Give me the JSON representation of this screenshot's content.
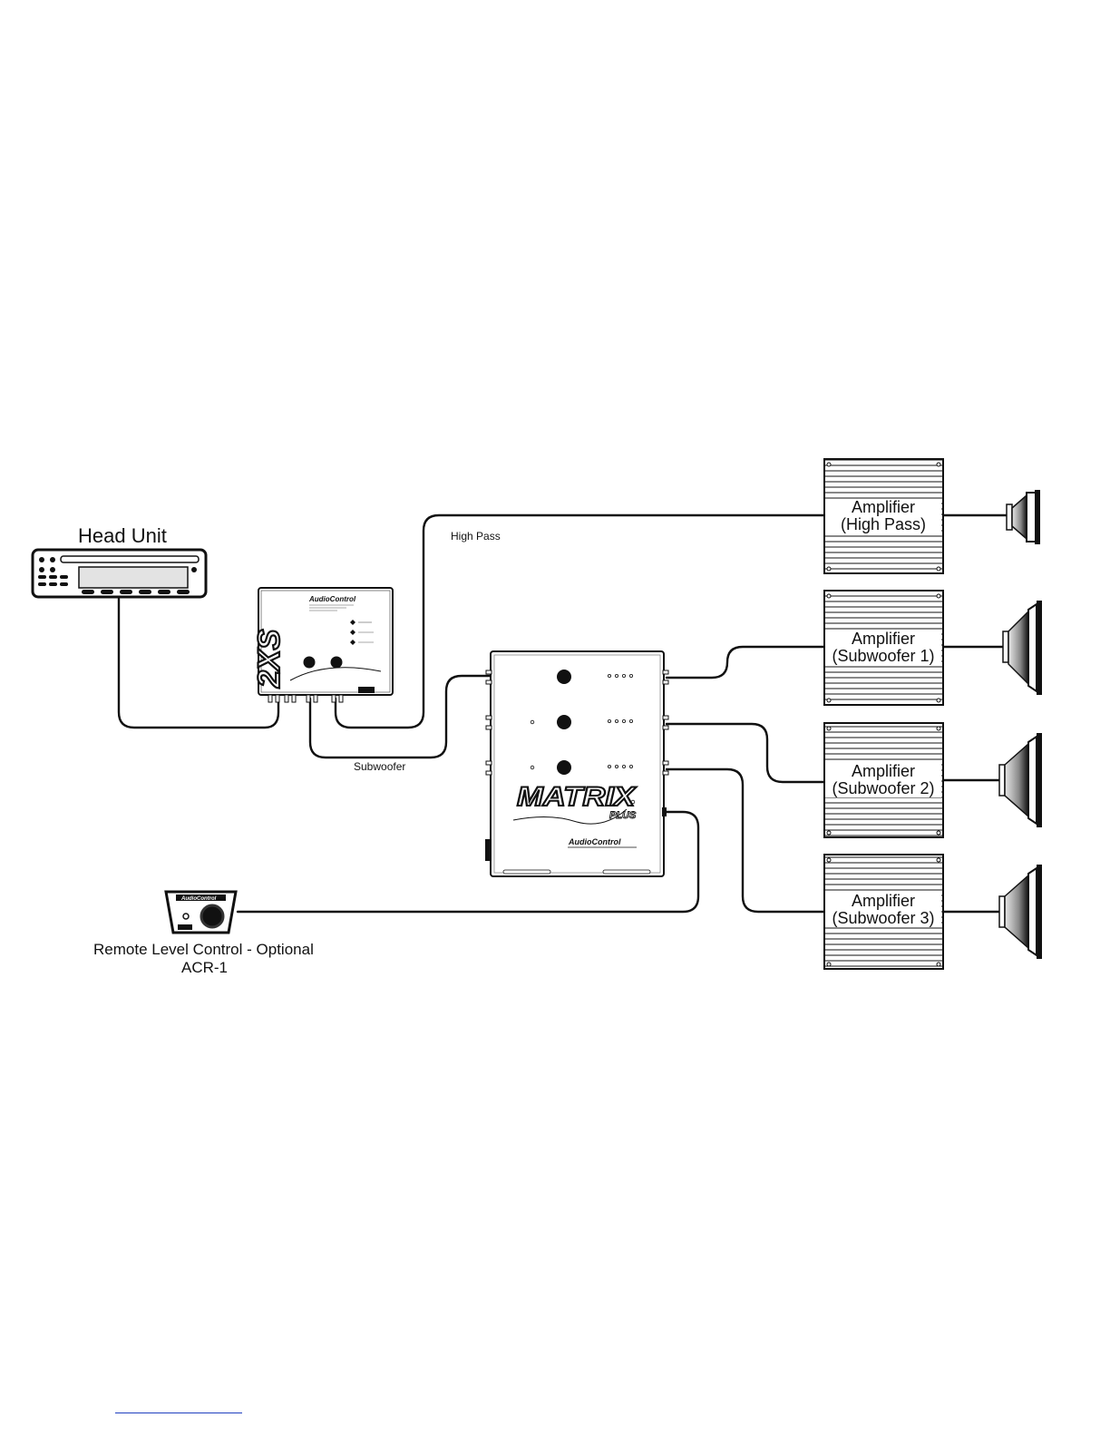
{
  "labels": {
    "head_unit": "Head Unit",
    "high_pass": "High Pass",
    "subwoofer": "Subwoofer",
    "remote_line1": "Remote Level Control - Optional",
    "remote_line2": "ACR-1"
  },
  "devices": {
    "crossover_model": "2XS",
    "crossover_brand": "AudioControl",
    "processor_model": "MATRIX",
    "processor_suffix": "PLUS",
    "processor_brand": "AudioControl",
    "remote_brand": "AudioControl"
  },
  "amplifiers": [
    {
      "line1": "Amplifier",
      "line2": "(High Pass)"
    },
    {
      "line1": "Amplifier",
      "line2": "(Subwoofer 1)"
    },
    {
      "line1": "Amplifier",
      "line2": "(Subwoofer 2)"
    },
    {
      "line1": "Amplifier",
      "line2": "(Subwoofer 3)"
    }
  ],
  "colors": {
    "ink": "#111111",
    "background": "#ffffff",
    "footer_rule": "#1f3fbf"
  }
}
